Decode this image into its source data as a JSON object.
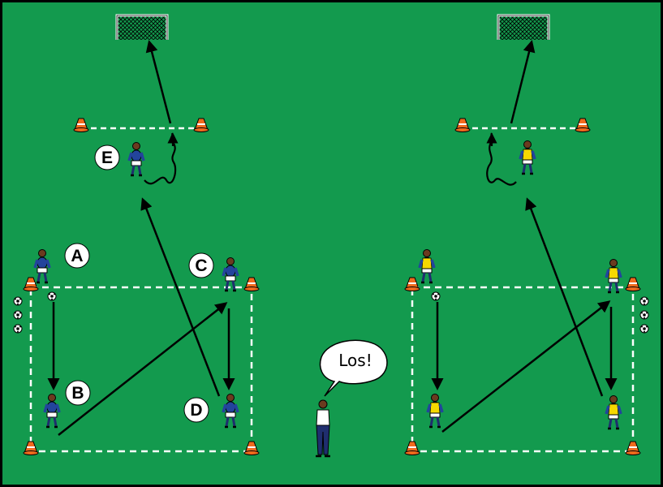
{
  "colors": {
    "pitch": "#139a4e",
    "border": "#000000",
    "lines": "#ffffff",
    "team_left_shirt": "#23449c",
    "team_right_bib": "#f5d800",
    "cone": "#f06a1d"
  },
  "labels": {
    "a": "A",
    "b": "B",
    "c": "C",
    "d": "D",
    "e": "E"
  },
  "coach": {
    "speech": "Los!"
  },
  "icons": [
    "goal-icon",
    "cone-icon",
    "ball-icon",
    "player-icon",
    "coach-icon"
  ]
}
